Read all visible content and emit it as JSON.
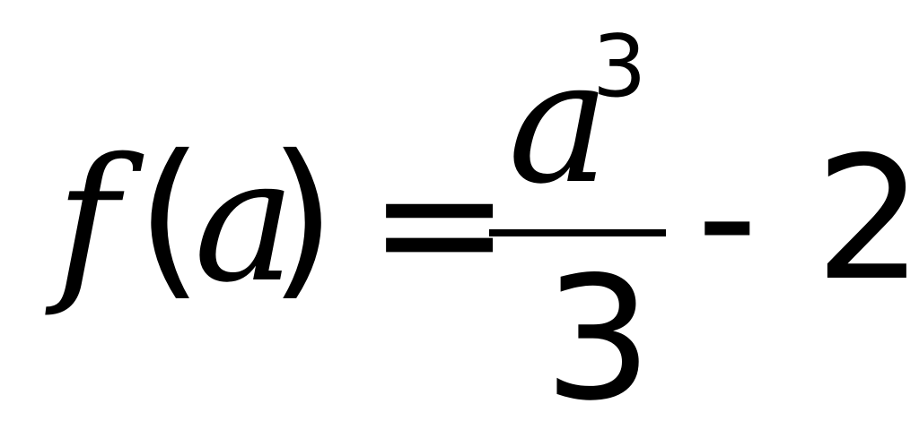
{
  "formula": {
    "function_name": "f",
    "open_paren": "(",
    "variable": "a",
    "close_paren": ")",
    "equals": "=",
    "numerator_base": "a",
    "numerator_exponent": "3",
    "denominator": "3",
    "operator": "-",
    "constant": "2"
  }
}
